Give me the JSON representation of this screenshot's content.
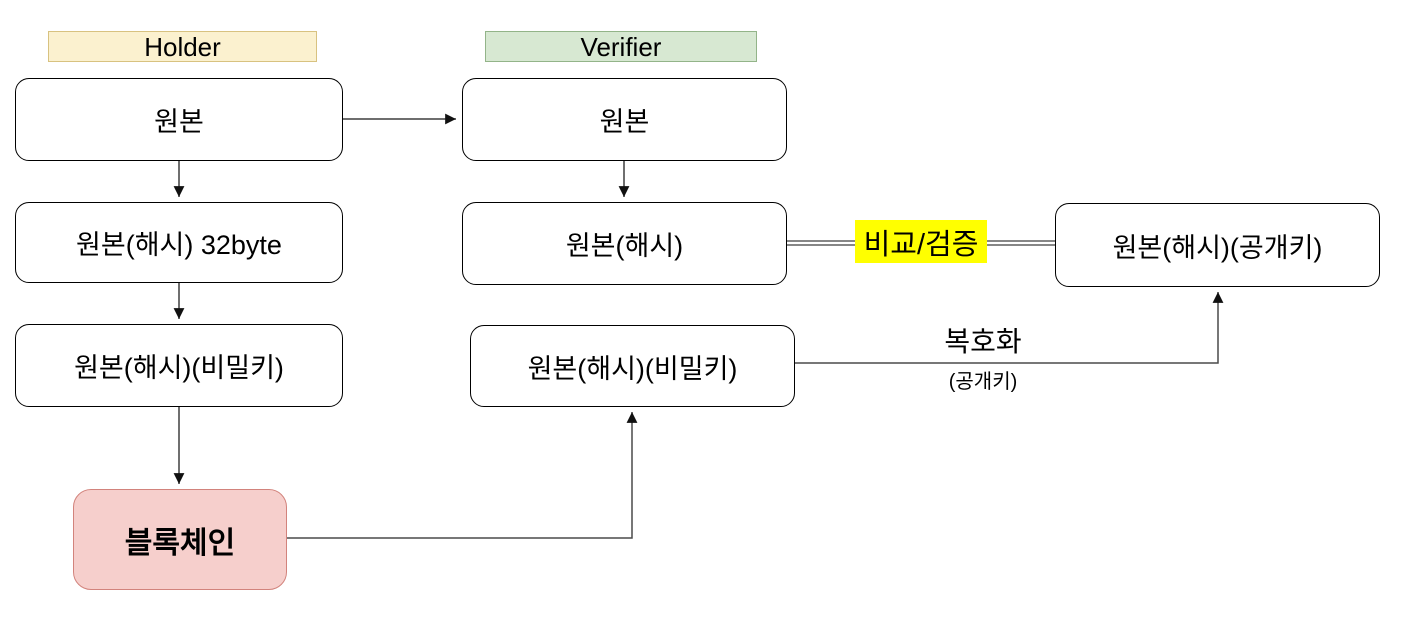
{
  "title_labels": {
    "holder": "Holder",
    "verifier": "Verifier"
  },
  "holder_column": {
    "box_original": "원본",
    "box_hash": "원본(해시) 32byte",
    "box_hash_privkey": "원본(해시)(비밀키)",
    "box_blockchain": "블록체인"
  },
  "verifier_column": {
    "box_original": "원본",
    "box_hash": "원본(해시)",
    "box_hash_privkey": "원본(해시)(비밀키)"
  },
  "right_column": {
    "box_hash_pubkey": "원본(해시)(공개키)"
  },
  "edge_labels": {
    "compare_verify": "비교/검증",
    "decrypt": "복호화",
    "decrypt_key": "(공개키)"
  },
  "colors": {
    "holder_header_fill": "#FBF1CF",
    "holder_header_border": "#D8C280",
    "verifier_header_fill": "#D7E8D2",
    "verifier_header_border": "#93B489",
    "blockchain_fill": "#F6CFCC",
    "blockchain_border": "#D2837C",
    "compare_highlight": "#FFFF00",
    "box_fill": "#FFFFFF",
    "box_border": "#000000",
    "connector": "#3F3F3F"
  }
}
